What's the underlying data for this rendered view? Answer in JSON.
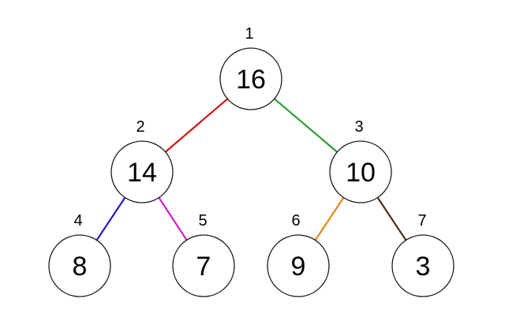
{
  "canvas": {
    "background": "#ffffff"
  },
  "tree": {
    "kind": "binary-tree-heap-diagram",
    "node_fill": "#ffffff",
    "node_stroke": "#1a1a1a",
    "text_color": "#000000",
    "nodes": [
      {
        "index_label": "1",
        "value": "16"
      },
      {
        "index_label": "2",
        "value": "14"
      },
      {
        "index_label": "3",
        "value": "10"
      },
      {
        "index_label": "4",
        "value": "8"
      },
      {
        "index_label": "5",
        "value": "7"
      },
      {
        "index_label": "6",
        "value": "9"
      },
      {
        "index_label": "7",
        "value": "3"
      }
    ],
    "edges": [
      {
        "from_index": "1",
        "to_index": "2",
        "color": "#d11919"
      },
      {
        "from_index": "1",
        "to_index": "3",
        "color": "#2d9e33"
      },
      {
        "from_index": "2",
        "to_index": "4",
        "color": "#2619c9"
      },
      {
        "from_index": "2",
        "to_index": "5",
        "color": "#cc1ccc"
      },
      {
        "from_index": "3",
        "to_index": "6",
        "color": "#e8861c"
      },
      {
        "from_index": "3",
        "to_index": "7",
        "color": "#4a300d"
      }
    ]
  }
}
